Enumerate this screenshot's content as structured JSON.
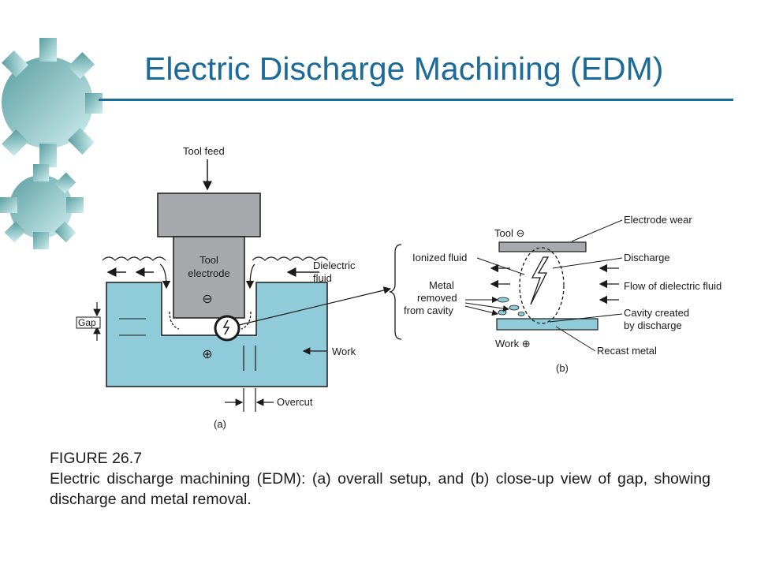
{
  "slide": {
    "title": "Electric Discharge Machining (EDM)",
    "accent_color": "#1a6a9a"
  },
  "decor": {
    "icon": "gear-icon"
  },
  "figure_a": {
    "tool_feed": "Tool feed",
    "tool_line1": "Tool",
    "tool_line2": "electrode",
    "tool_polarity": "⊖",
    "dielectric_line1": "Dielectric",
    "dielectric_line2": "fluid",
    "gap": "Gap",
    "work": "Work",
    "work_polarity": "⊕",
    "overcut": "Overcut",
    "panel_label": "(a)"
  },
  "figure_b": {
    "tool": "Tool ⊖",
    "ionized_fluid": "Ionized fluid",
    "metal_line1": "Metal",
    "metal_line2": "removed",
    "metal_line3": "from cavity",
    "electrode_wear": "Electrode wear",
    "discharge": "Discharge",
    "flow": "Flow of dielectric fluid",
    "cavity_line1": "Cavity created",
    "cavity_line2": "by discharge",
    "work": "Work ⊕",
    "recast": "Recast metal",
    "panel_label": "(b)"
  },
  "caption": {
    "figure_number": "FIGURE 26.7",
    "text": "Electric discharge machining (EDM): (a) overall setup, and (b) close-up view of gap, showing discharge and metal removal."
  }
}
